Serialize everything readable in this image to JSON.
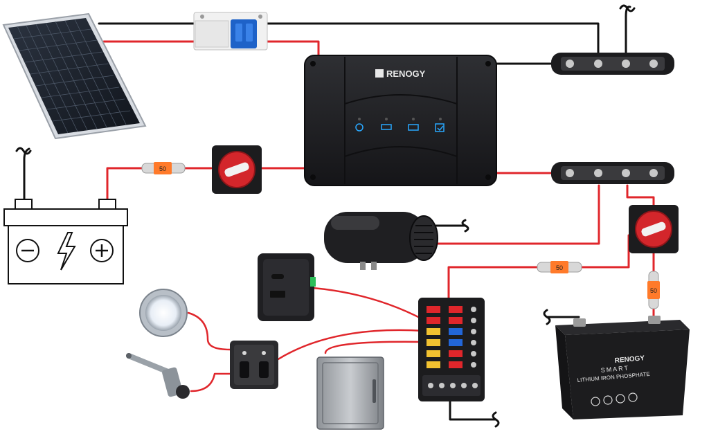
{
  "brand": {
    "logo_text": "RENOGY",
    "battery_brand": "RENOGY",
    "battery_line1": "SMART",
    "battery_line2": "LITHIUM IRON PHOSPHATE"
  },
  "fuses": {
    "inline_fuse_1": "50",
    "inline_fuse_2": "50",
    "inline_fuse_3": "50"
  },
  "colors": {
    "wire_positive": "#e0262b",
    "wire_negative": "#111111",
    "device_body": "#1f1f22",
    "switch_red": "#d3262b",
    "led_blue": "#29a8ff"
  }
}
